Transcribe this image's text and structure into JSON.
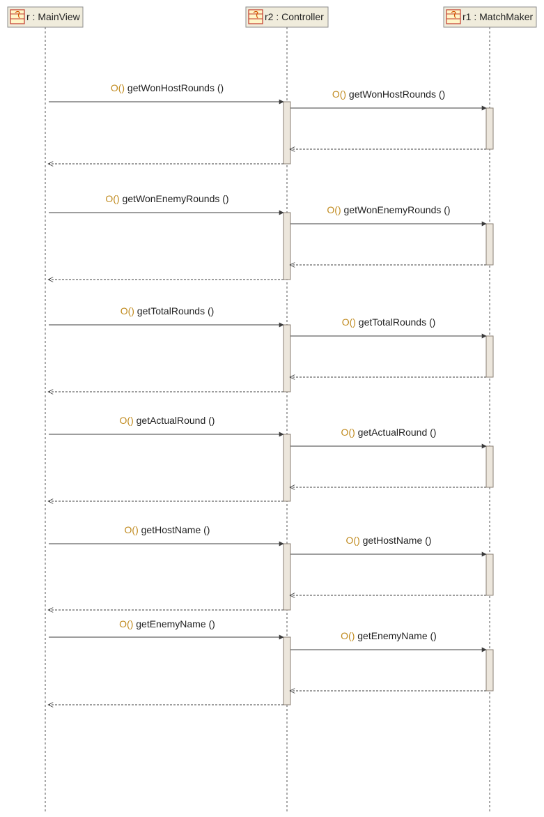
{
  "lifelines": [
    {
      "label": "r : MainView"
    },
    {
      "label": "r2 : Controller"
    },
    {
      "label": "r1 : MatchMaker"
    }
  ],
  "operation_marker": "O()",
  "calls": [
    {
      "outer": "getWonHostRounds ()",
      "inner": "getWonHostRounds ()"
    },
    {
      "outer": "getWonEnemyRounds ()",
      "inner": "getWonEnemyRounds ()"
    },
    {
      "outer": "getTotalRounds ()",
      "inner": "getTotalRounds ()"
    },
    {
      "outer": "getActualRound ()",
      "inner": "getActualRound ()"
    },
    {
      "outer": "getHostName ()",
      "inner": "getHostName ()"
    },
    {
      "outer": "getEnemyName ()",
      "inner": "getEnemyName ()"
    }
  ],
  "colors": {
    "header_fill": "#f0ecdc",
    "header_border": "#8c8c8c",
    "activation_fill": "#ece6dc",
    "activation_border": "#8a7f73",
    "arrow": "#3c3c3c",
    "marker": "#c08a1e",
    "text": "#222222"
  }
}
